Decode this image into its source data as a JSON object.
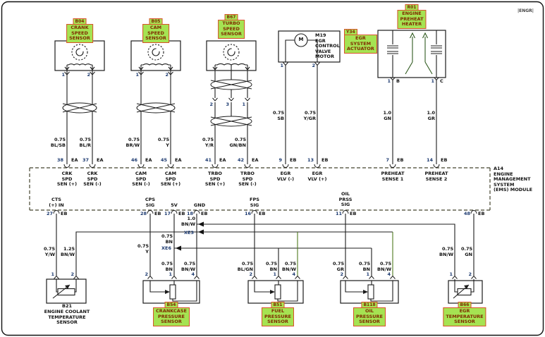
{
  "watermark": "|ENGR|",
  "module": {
    "label": "A14\nENGINE\nMANAGEMENT\nSYSTEM\n(EMS) MODULE"
  },
  "components": {
    "crank_sensor": {
      "code": "B04",
      "name": "CRANK\nSPEED\nSENSOR",
      "pin1": "1",
      "pin2": "2"
    },
    "cam_sensor": {
      "code": "B05",
      "name": "CAM\nSPEED\nSENSOR",
      "pin1": "1",
      "pin2": "2"
    },
    "turbo_sensor": {
      "code": "B67",
      "name": "TURBO\nSPEED\nSENSOR",
      "pinA": "2",
      "pinB": "3",
      "pinC": "1"
    },
    "egr_actuator": {
      "code": "Y34",
      "name": "EGR\nSYSTEM\nACTUATOR",
      "motor": "M19\nEGR\nCONTROL\nVALVE\nMOTOR",
      "motor_letter": "M",
      "pin1": "1",
      "pin2": "2"
    },
    "preheat_heater": {
      "code": "R01",
      "name": "ENGINE\nPREHEAT\nHEATER",
      "pinB_num": "1",
      "pinB": "B",
      "pinC_num": "1",
      "pinC": "C"
    },
    "coolant_sensor": {
      "code": "B21",
      "name": "ENGINE COOLANT\nTEMPERATURE\nSENSOR",
      "pin1": "1",
      "pin2": "2"
    },
    "crankcase_sensor": {
      "code": "B54",
      "name": "CRANKCASE\nPRESSURE\nSENSOR",
      "pin2": "2",
      "pin1": "1",
      "pin4": "4"
    },
    "fuel_sensor": {
      "code": "B51",
      "name": "FUEL\nPRESSURE\nSENSOR",
      "pin2": "2",
      "pin1": "1",
      "pin4": "4"
    },
    "oil_sensor": {
      "code": "B118",
      "name": "OIL\nPRESSURE\nSENSOR",
      "pin2": "2",
      "pin1": "1",
      "pin4": "4"
    },
    "egr_temp_sensor": {
      "code": "B66",
      "name": "EGR\nTEMPERATURE\nSENSOR",
      "pin1": "1",
      "pin2": "2"
    }
  },
  "wires": {
    "crank1": "0.75\nBL/SB",
    "crank2": "0.75\nBL/R",
    "cam1": "0.75\nBR/W",
    "cam2": "0.75\nY",
    "turbo1": "0.75\nY/R",
    "turbo2": "0.75\nGN/BN",
    "egr1": "0.75\nSB",
    "egr2": "0.75\nY/GR",
    "preheat1": "1.0\nGN",
    "preheat2": "1.0\nGR",
    "cts_sig": "0.75\nY/W",
    "cts_gnd": "1.25\nBN/W",
    "cps_sig": "0.75\nY",
    "v5_main": "0.75\nBN",
    "gnd_main": "1.0\nBN/W",
    "crankcase_5v": "0.75\nBN",
    "crankcase_gnd": "0.75\nBN/W",
    "fuel_sig": "0.75\nBL/GN",
    "fuel_5v": "0.75\nBN",
    "fuel_gnd": "0.75\nBN/W",
    "oil_sig": "0.75\nGR",
    "oil_5v": "0.75\nBN",
    "oil_gnd": "0.75\nBN/W",
    "egrt_gnd": "0.75\nBN/W",
    "egrt_sig": "0.75\nGN"
  },
  "splices": {
    "xe3": "XE3",
    "xe6": "XE6"
  },
  "module_pins": {
    "top": [
      {
        "num": "38",
        "port": "EA",
        "fn": "CRK\nSPD\nSEN (+)"
      },
      {
        "num": "37",
        "port": "EA",
        "fn": "CRK\nSPD\nSEN (-)"
      },
      {
        "num": "46",
        "port": "EA",
        "fn": "CAM\nSPD\nSEN (-)"
      },
      {
        "num": "45",
        "port": "EA",
        "fn": "CAM\nSPD\nSEN (+)"
      },
      {
        "num": "41",
        "port": "EA",
        "fn": "TRBO\nSPD\nSEN (+)"
      },
      {
        "num": "42",
        "port": "EA",
        "fn": "TRBO\nSPD\nSEN (-)"
      },
      {
        "num": "9",
        "port": "EB",
        "fn": "EGR\nVLV (-)"
      },
      {
        "num": "13",
        "port": "EB",
        "fn": "EGR\nVLV (+)"
      },
      {
        "num": "7",
        "port": "EB",
        "fn": "PREHEAT\nSENSE 1"
      },
      {
        "num": "14",
        "port": "EB",
        "fn": "PREHEAT\nSENSE 2"
      }
    ],
    "bottom": [
      {
        "num": "27",
        "port": "EB",
        "fn": "CTS\n(+) IN"
      },
      {
        "num": "28",
        "port": "EB",
        "fn": "CPS\nSIG"
      },
      {
        "num": "17",
        "port": "EB",
        "fn": "5V"
      },
      {
        "num": "18",
        "port": "EB",
        "fn": "GND"
      },
      {
        "num": "16",
        "port": "EB",
        "fn": "FPS\nSIG"
      },
      {
        "num": "11",
        "port": "EB",
        "fn": "OIL\nPRSS\nSIG"
      },
      {
        "num": "48",
        "port": "EB",
        "fn": ""
      }
    ]
  }
}
